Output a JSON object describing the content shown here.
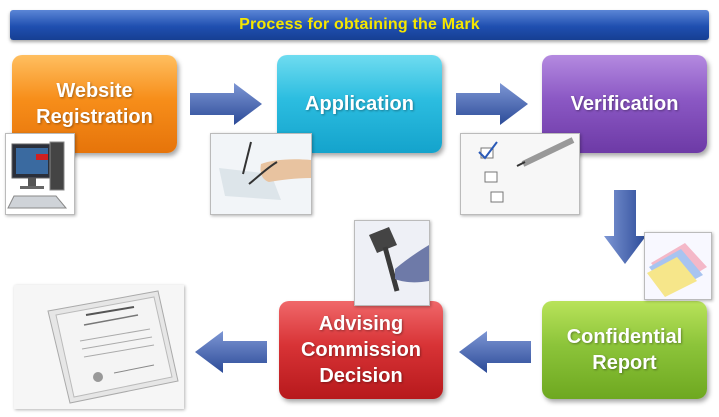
{
  "title": "Process for obtaining the Mark",
  "steps": {
    "website_registration": [
      "Website",
      "Registration"
    ],
    "application": "Application",
    "verification": "Verification",
    "confidential_report": [
      "Confidential",
      "Report"
    ],
    "advising_commission_decision": [
      "Advising",
      "Commission",
      "Decision"
    ]
  },
  "colors": {
    "title_bg": "#1f4fb0",
    "title_text": "#f5e600",
    "registration": "#f78e1a",
    "application": "#2cbde0",
    "verification": "#8b58c4",
    "report": "#8cc43a",
    "decision": "#d83336",
    "arrow": "#3a5ba8"
  },
  "images": [
    "computer-icon",
    "writing-hand-icon",
    "checklist-icon",
    "report-pages-icon",
    "gavel-icon",
    "certificate-icon"
  ]
}
